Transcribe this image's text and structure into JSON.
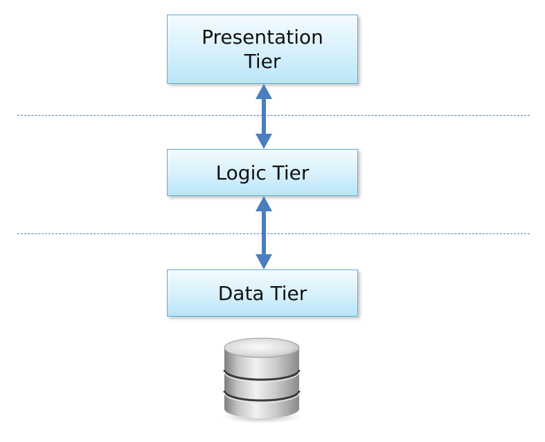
{
  "tiers": {
    "presentation": {
      "line1": "Presentation",
      "line2": "Tier"
    },
    "logic": {
      "label": "Logic Tier"
    },
    "data": {
      "label": "Data Tier"
    }
  },
  "icons": {
    "arrows": "double-headed-arrow-icon",
    "database": "database-icon"
  },
  "colors": {
    "box_fill": "#d6f0fb",
    "box_border": "#5aaed6",
    "arrow": "#4a7ebf",
    "divider": "#4a80b8"
  }
}
